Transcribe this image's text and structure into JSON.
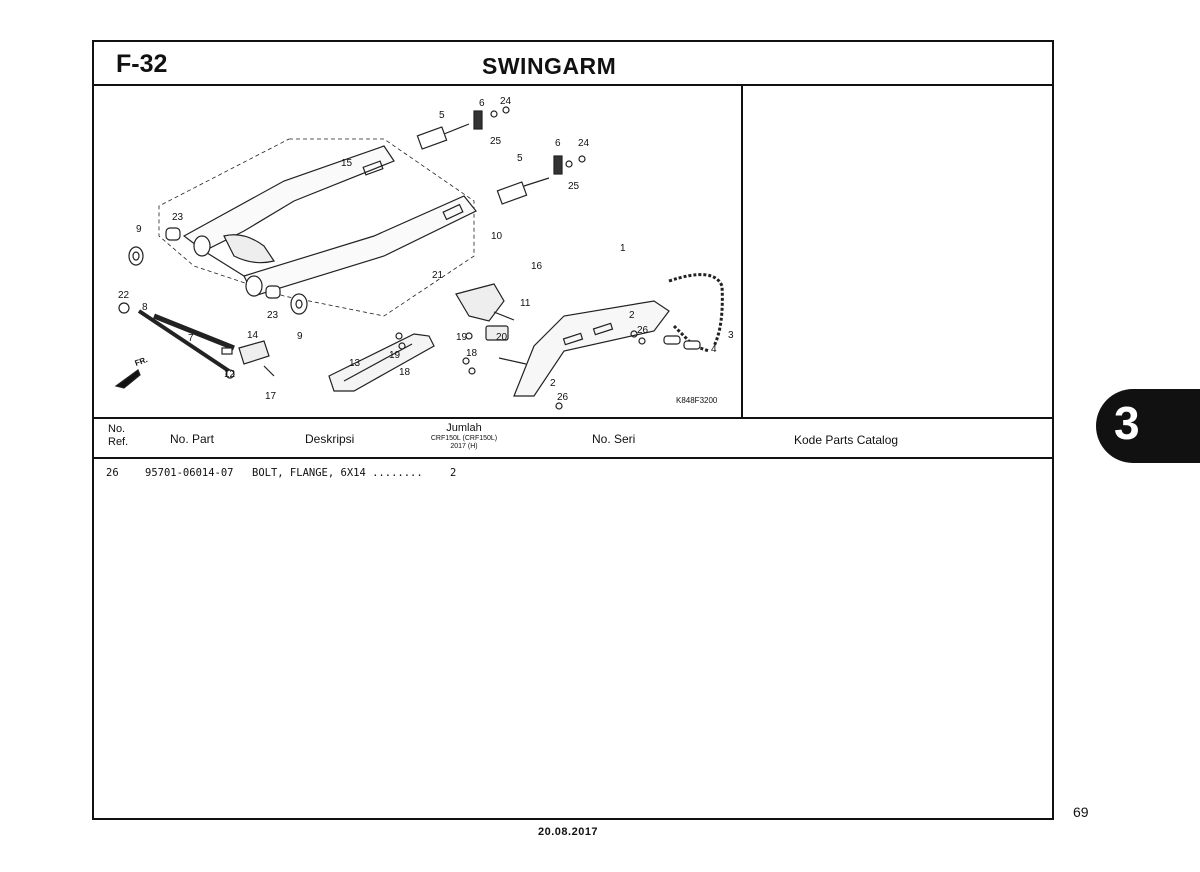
{
  "header": {
    "figure_code": "F-32",
    "title": "SWINGARM"
  },
  "diagram": {
    "code": "K848F3200",
    "callouts": [
      "1",
      "2",
      "2",
      "3",
      "4",
      "5",
      "5",
      "6",
      "6",
      "7",
      "8",
      "9",
      "9",
      "10",
      "11",
      "12",
      "13",
      "14",
      "15",
      "16",
      "17",
      "18",
      "18",
      "19",
      "19",
      "20",
      "21",
      "22",
      "23",
      "23",
      "24",
      "24",
      "25",
      "25",
      "26",
      "26"
    ],
    "direction_label": "FR."
  },
  "table": {
    "headers": {
      "ref_line1": "No.",
      "ref_line2": "Ref.",
      "part_no": "No. Part",
      "description": "Deskripsi",
      "qty": "Jumlah",
      "qty_model": "CRF150L (CRF150L)",
      "qty_year": "2017 (H)",
      "serial_no": "No. Seri",
      "catalog_code": "Kode Parts Catalog"
    },
    "rows": [
      {
        "ref": "26",
        "part_no": "95701-06014-07",
        "description": "BOLT, FLANGE, 6X14 ........",
        "qty": "2"
      }
    ]
  },
  "footer": {
    "date": "20.08.2017",
    "page_number": "69",
    "section": "3"
  }
}
